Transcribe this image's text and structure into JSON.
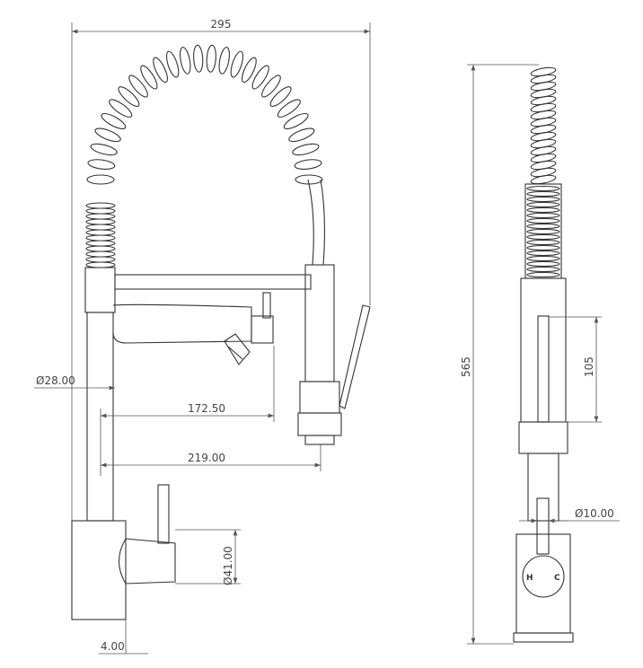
{
  "drawing": {
    "front_view": {
      "overall_width": "295",
      "body_diameter": "Ø28.00",
      "spout_reach": "172.50",
      "sprayer_reach": "219.00",
      "lever_diameter": "Ø41.00",
      "base_offset": "4.00"
    },
    "side_view": {
      "overall_height": "565",
      "sprayer_height": "105",
      "lever_diameter": "Ø10.00",
      "hot_mark": "H",
      "cold_mark": "C"
    },
    "line_color": "#333333"
  }
}
